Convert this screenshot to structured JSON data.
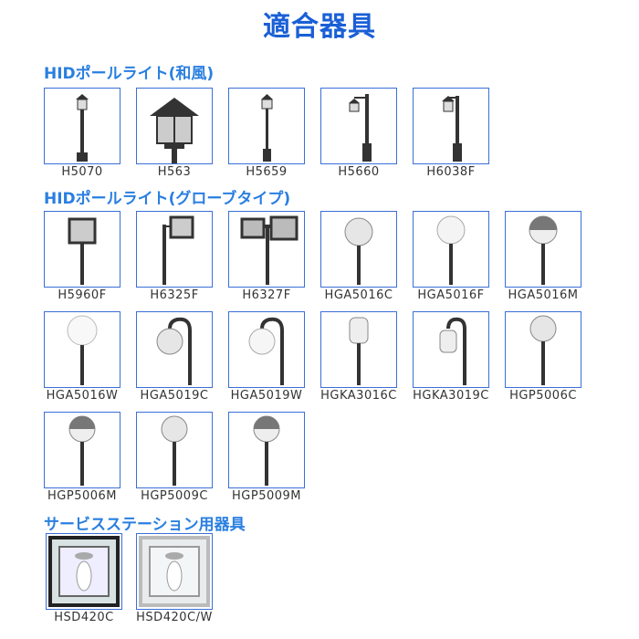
{
  "page_title": "適合器具",
  "sections": [
    {
      "title": "HIDポールライト(和風)",
      "items": [
        {
          "code": "H5070",
          "icon": "lantern-pole-icon"
        },
        {
          "code": "H563",
          "icon": "lantern-head-icon"
        },
        {
          "code": "H5659",
          "icon": "lantern-pole-icon"
        },
        {
          "code": "H5660",
          "icon": "bracket-lantern-pole-icon"
        },
        {
          "code": "H6038F",
          "icon": "bracket-lantern-pole-icon"
        }
      ]
    },
    {
      "title": "HIDポールライト(グローブタイプ)",
      "items": [
        {
          "code": "H5960F",
          "icon": "cube-pole-icon"
        },
        {
          "code": "H6325F",
          "icon": "cube-bracket-pole-icon"
        },
        {
          "code": "H6327F",
          "icon": "twin-cube-pole-icon"
        },
        {
          "code": "HGA5016C",
          "icon": "clear-globe-pole-icon"
        },
        {
          "code": "HGA5016F",
          "icon": "frosted-globe-pole-icon"
        },
        {
          "code": "HGA5016M",
          "icon": "mirror-globe-pole-icon"
        },
        {
          "code": "HGA5016W",
          "icon": "white-globe-pole-icon"
        },
        {
          "code": "HGA5019C",
          "icon": "curved-clear-globe-pole-icon"
        },
        {
          "code": "HGA5019W",
          "icon": "curved-white-globe-pole-icon"
        },
        {
          "code": "HGKA3016C",
          "icon": "cylinder-globe-pole-icon"
        },
        {
          "code": "HGKA3019C",
          "icon": "curved-cylinder-globe-pole-icon"
        },
        {
          "code": "HGP5006C",
          "icon": "clear-globe-pole-icon"
        },
        {
          "code": "HGP5006M",
          "icon": "mirror-globe-pole-icon"
        },
        {
          "code": "HGP5009C",
          "icon": "clear-globe-pole-icon"
        },
        {
          "code": "HGP5009M",
          "icon": "mirror-globe-pole-icon"
        }
      ]
    },
    {
      "title": "サービスステーション用器具",
      "items": [
        {
          "code": "HSD420C",
          "icon": "square-canopy-light-icon"
        },
        {
          "code": "HSD420C/W",
          "icon": "square-canopy-light-icon"
        }
      ]
    }
  ]
}
